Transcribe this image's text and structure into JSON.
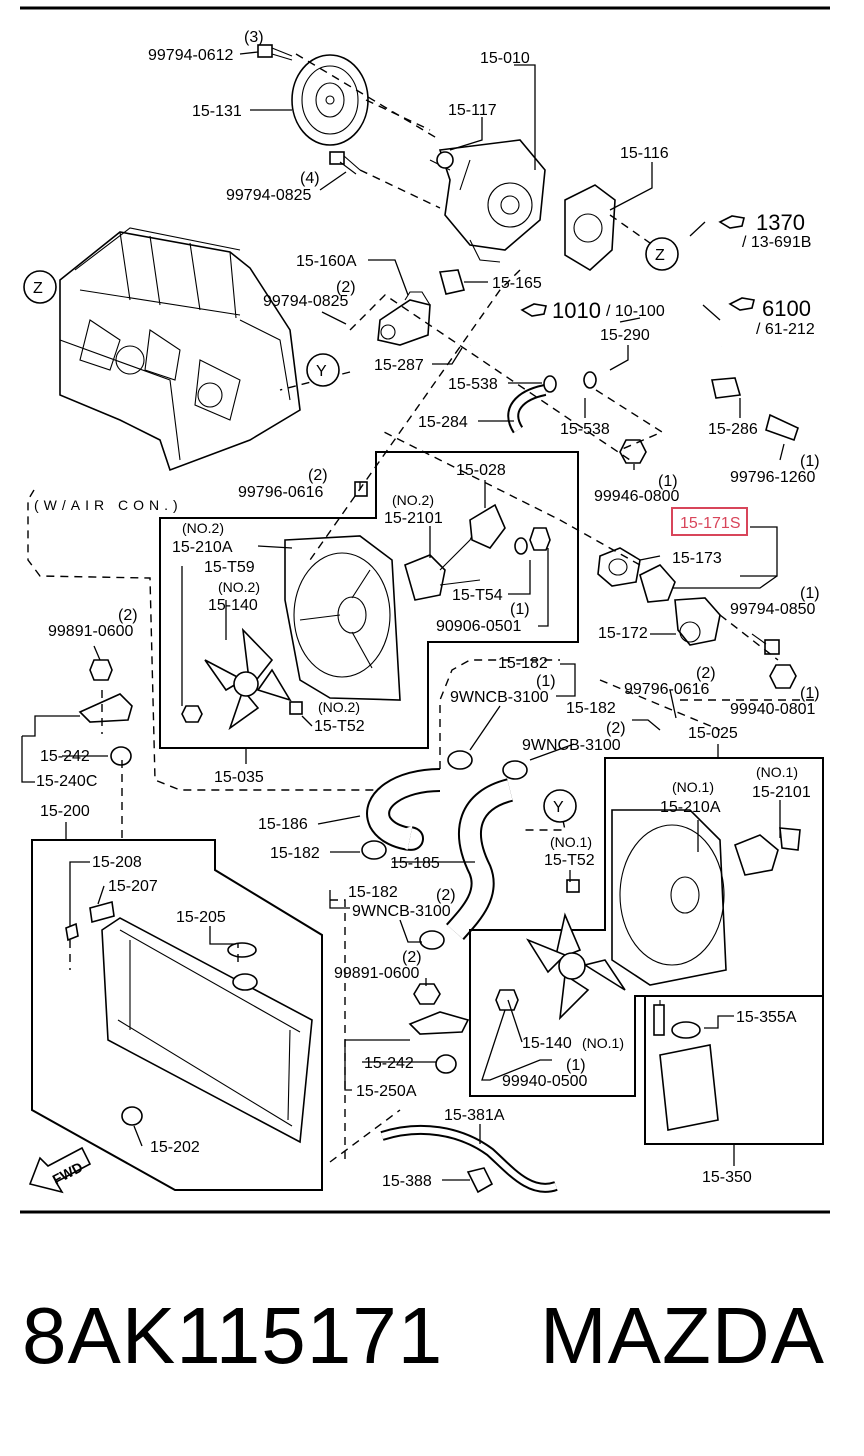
{
  "labels": {
    "l_99794_0612": "99794-0612",
    "l_q3": "(3)",
    "l_15_131": "15-131",
    "l_15_010": "15-010",
    "l_15_117": "15-117",
    "l_q4": "(4)",
    "l_99794_0825a": "99794-0825",
    "l_15_116": "15-116",
    "l_1370": "1370",
    "l_13_691b": "/ 13-691B",
    "l_z_top": "Z",
    "l_z_left": "Z",
    "l_15_160a": "15-160A",
    "l_q2a": "(2)",
    "l_99794_0825b": "99794-0825",
    "l_15_165": "15-165",
    "l_1010": "1010",
    "l_10_100": "/ 10-100",
    "l_6100": "6100",
    "l_61_212": "/ 61-212",
    "l_y_top": "Y",
    "l_15_287": "15-287",
    "l_15_290": "15-290",
    "l_15_538a": "15-538",
    "l_15_284": "15-284",
    "l_15_538b": "15-538",
    "l_15_286": "15-286",
    "l_q1a": "(1)",
    "l_99796_1260": "99796-1260",
    "l_99946_0800": "99946-0800",
    "l_q1b": "(1)",
    "l_q2b": "(2)",
    "l_99796_0616a": "99796-0616",
    "l_air_con": "(W/AIR CON.)",
    "l_15_028": "15-028",
    "l_no2a": "(NO.2)",
    "l_15_2101a": "15-2101",
    "l_no2b": "(NO.2)",
    "l_15_210a_a": "15-210A",
    "l_15_t59": "15-T59",
    "l_no2c": "(NO.2)",
    "l_15_140a": "15-140",
    "l_15_t54": "15-T54",
    "l_q1c": "(1)",
    "l_90906_0501": "90906-0501",
    "l_no2d": "(NO.2)",
    "l_15_t52a": "15-T52",
    "l_15_035": "15-035",
    "l_15_171s": "15-171S",
    "l_15_173": "15-173",
    "l_q1d": "(1)",
    "l_99794_0850": "99794-0850",
    "l_15_172": "15-172",
    "l_q2c": "(2)",
    "l_99891_0600a": "99891-0600",
    "l_15_182a": "15-182",
    "l_q1e": "(1)",
    "l_9wncb_3100a": "9WNCB-3100",
    "l_q2d": "(2)",
    "l_99796_0616b": "99796-0616",
    "l_q1f": "(1)",
    "l_99940_0801": "99940-0801",
    "l_15_182b": "15-182",
    "l_q2e": "(2)",
    "l_9wncb_3100b": "9WNCB-3100",
    "l_15_025": "15-025",
    "l_15_242a": "15-242",
    "l_15_240c": "15-240C",
    "l_15_200": "15-200",
    "l_y_mid": "Y",
    "l_15_186": "15-186",
    "l_15_182c": "15-182",
    "l_15_185": "15-185",
    "l_no1a": "(NO.1)",
    "l_15_t52b": "15-T52",
    "l_no1b": "(NO.1)",
    "l_15_210a_b": "15-210A",
    "l_no1c": "(NO.1)",
    "l_15_2101b": "15-2101",
    "l_15_208": "15-208",
    "l_15_207": "15-207",
    "l_15_182d": "15-182",
    "l_q2f": "(2)",
    "l_9wncb_3100c": "9WNCB-3100",
    "l_15_205": "15-205",
    "l_q2g": "(2)",
    "l_99891_0600b": "99891-0600",
    "l_15_355a": "15-355A",
    "l_15_140b": "15-140",
    "l_no1d": "(NO.1)",
    "l_q1g": "(1)",
    "l_99940_0500": "99940-0500",
    "l_15_242b": "15-242",
    "l_15_250a": "15-250A",
    "l_15_381a": "15-381A",
    "l_15_202": "15-202",
    "l_15_388": "15-388",
    "l_15_350": "15-350",
    "l_fwd": "FWD"
  },
  "footer": {
    "part_number": "8AK115171",
    "brand": "MAZDA"
  },
  "colors": {
    "highlight": "#d8455a",
    "line": "#000000",
    "background": "#ffffff"
  }
}
